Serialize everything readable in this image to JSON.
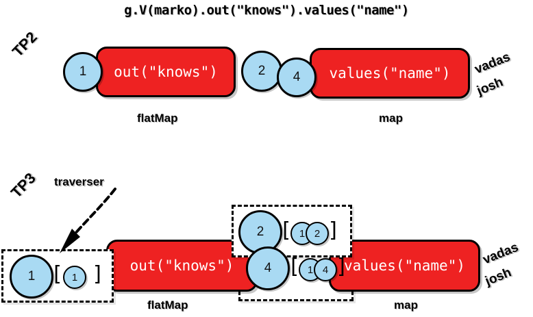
{
  "title": "g.V(marko).out(\"knows\").values(\"name\")",
  "colors": {
    "step_fill": "#ee2222",
    "traverser_fill": "#a9daf3",
    "outline": "#000000",
    "step_text": "#ffffff",
    "background": "#ffffff"
  },
  "diagram": {
    "type": "traversal-pipeline",
    "rows": [
      {
        "id": "tp2",
        "label": "TP2",
        "steps": [
          {
            "name": "out-knows-step",
            "text": "out(\"knows\")",
            "caption": "flatMap"
          },
          {
            "name": "values-name-step",
            "text": "values(\"name\")",
            "caption": "map"
          }
        ],
        "traversers": [
          {
            "position": "before-out",
            "value": "1",
            "size": "large"
          },
          {
            "position": "between-steps",
            "value": "2",
            "size": "large"
          },
          {
            "position": "between-steps",
            "value": "4",
            "size": "large"
          }
        ],
        "outputs": [
          "vadas",
          "josh"
        ]
      },
      {
        "id": "tp3",
        "label": "TP3",
        "annotation": "traverser",
        "steps": [
          {
            "name": "out-knows-step",
            "text": "out(\"knows\")",
            "caption": "flatMap"
          },
          {
            "name": "values-name-step",
            "text": "values(\"name\")",
            "caption": "map"
          }
        ],
        "traverser_groups": [
          {
            "position": "before-out",
            "main": "1",
            "open_bracket": "[",
            "path": [
              "1"
            ],
            "close_bracket": "]"
          },
          {
            "position": "between-steps-upper",
            "main": "2",
            "open_bracket": "[",
            "path": [
              "1",
              "2"
            ],
            "close_bracket": "]"
          },
          {
            "position": "between-steps-lower",
            "main": "4",
            "open_bracket": "[",
            "path": [
              "1",
              "4"
            ],
            "close_bracket": "]"
          }
        ],
        "outputs": [
          "vadas",
          "josh"
        ]
      }
    ]
  }
}
